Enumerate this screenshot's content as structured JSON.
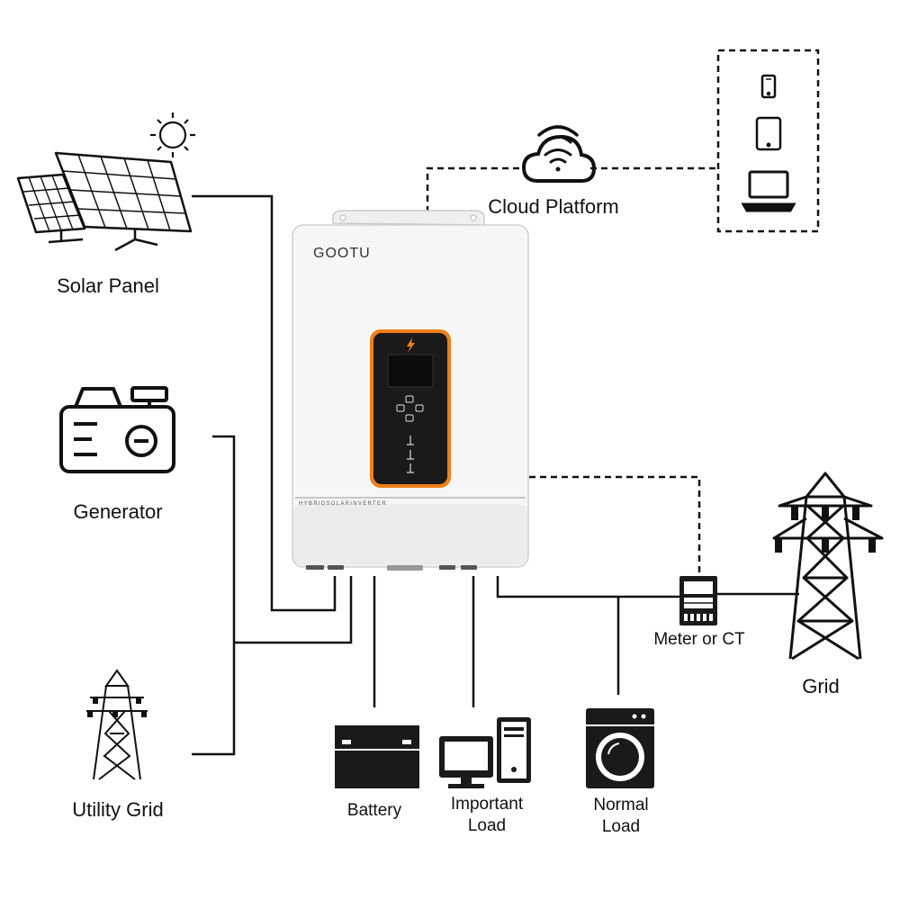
{
  "labels": {
    "solar_panel": "Solar Panel",
    "generator": "Generator",
    "utility_grid": "Utility Grid",
    "cloud_platform": "Cloud Platform",
    "meter": "Meter or CT",
    "grid": "Grid",
    "battery": "Battery",
    "important_load_line1": "Important",
    "important_load_line2": "Load",
    "normal_load_line1": "Normal",
    "normal_load_line2": "Load"
  },
  "inverter": {
    "brand": "GOOTU",
    "model_strip": "HYBRIDSOLARINVERTER"
  },
  "colors": {
    "line": "#111111",
    "accent": "#f07f1a",
    "inverter_body": "#f4f4f4",
    "panel": "#1a1a1a",
    "brand_green": "#2bb673"
  },
  "icons": [
    "sun-icon",
    "solar-panel-icon",
    "generator-icon",
    "utility-tower-icon",
    "cloud-wifi-icon",
    "phone-icon",
    "tablet-icon",
    "laptop-icon",
    "battery-icon",
    "computer-icon",
    "washing-machine-icon",
    "meter-icon",
    "grid-tower-icon"
  ]
}
